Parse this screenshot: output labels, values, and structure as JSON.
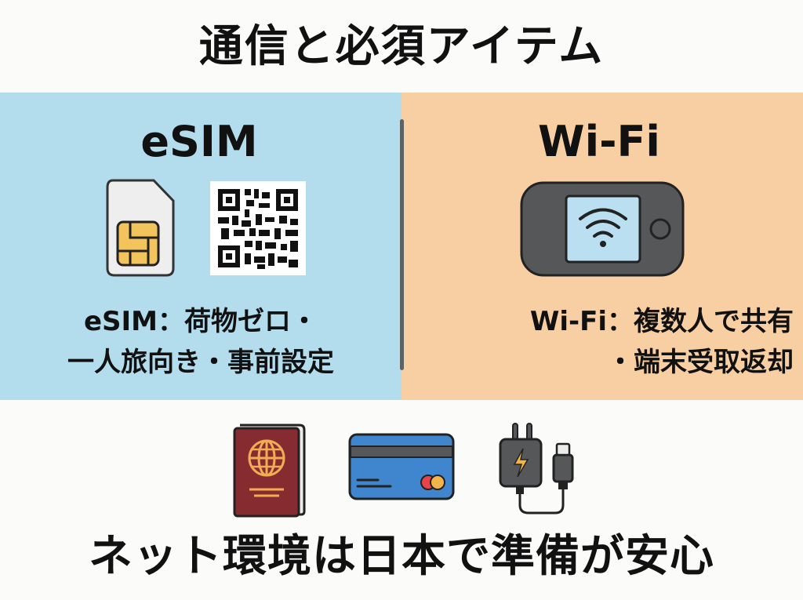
{
  "title": "通信と必須アイテム",
  "panels": {
    "esim": {
      "heading": "eSIM",
      "description_line1": "eSIM：荷物ゼロ・",
      "description_line2": "一人旅向き・事前設定",
      "background": "#b3dced",
      "icons": [
        "sim-card-icon",
        "qr-code-icon"
      ]
    },
    "wifi": {
      "heading": "Wi-Fi",
      "description_line1": "Wi-Fi：複数人で共有",
      "description_line2": "・端末受取返却",
      "background": "#f8cfa3",
      "icons": [
        "pocket-wifi-router-icon"
      ]
    }
  },
  "essentials": {
    "icons": [
      "passport-icon",
      "credit-card-icon",
      "charger-cable-icon"
    ]
  },
  "footer": "ネット環境は日本で準備が安心"
}
